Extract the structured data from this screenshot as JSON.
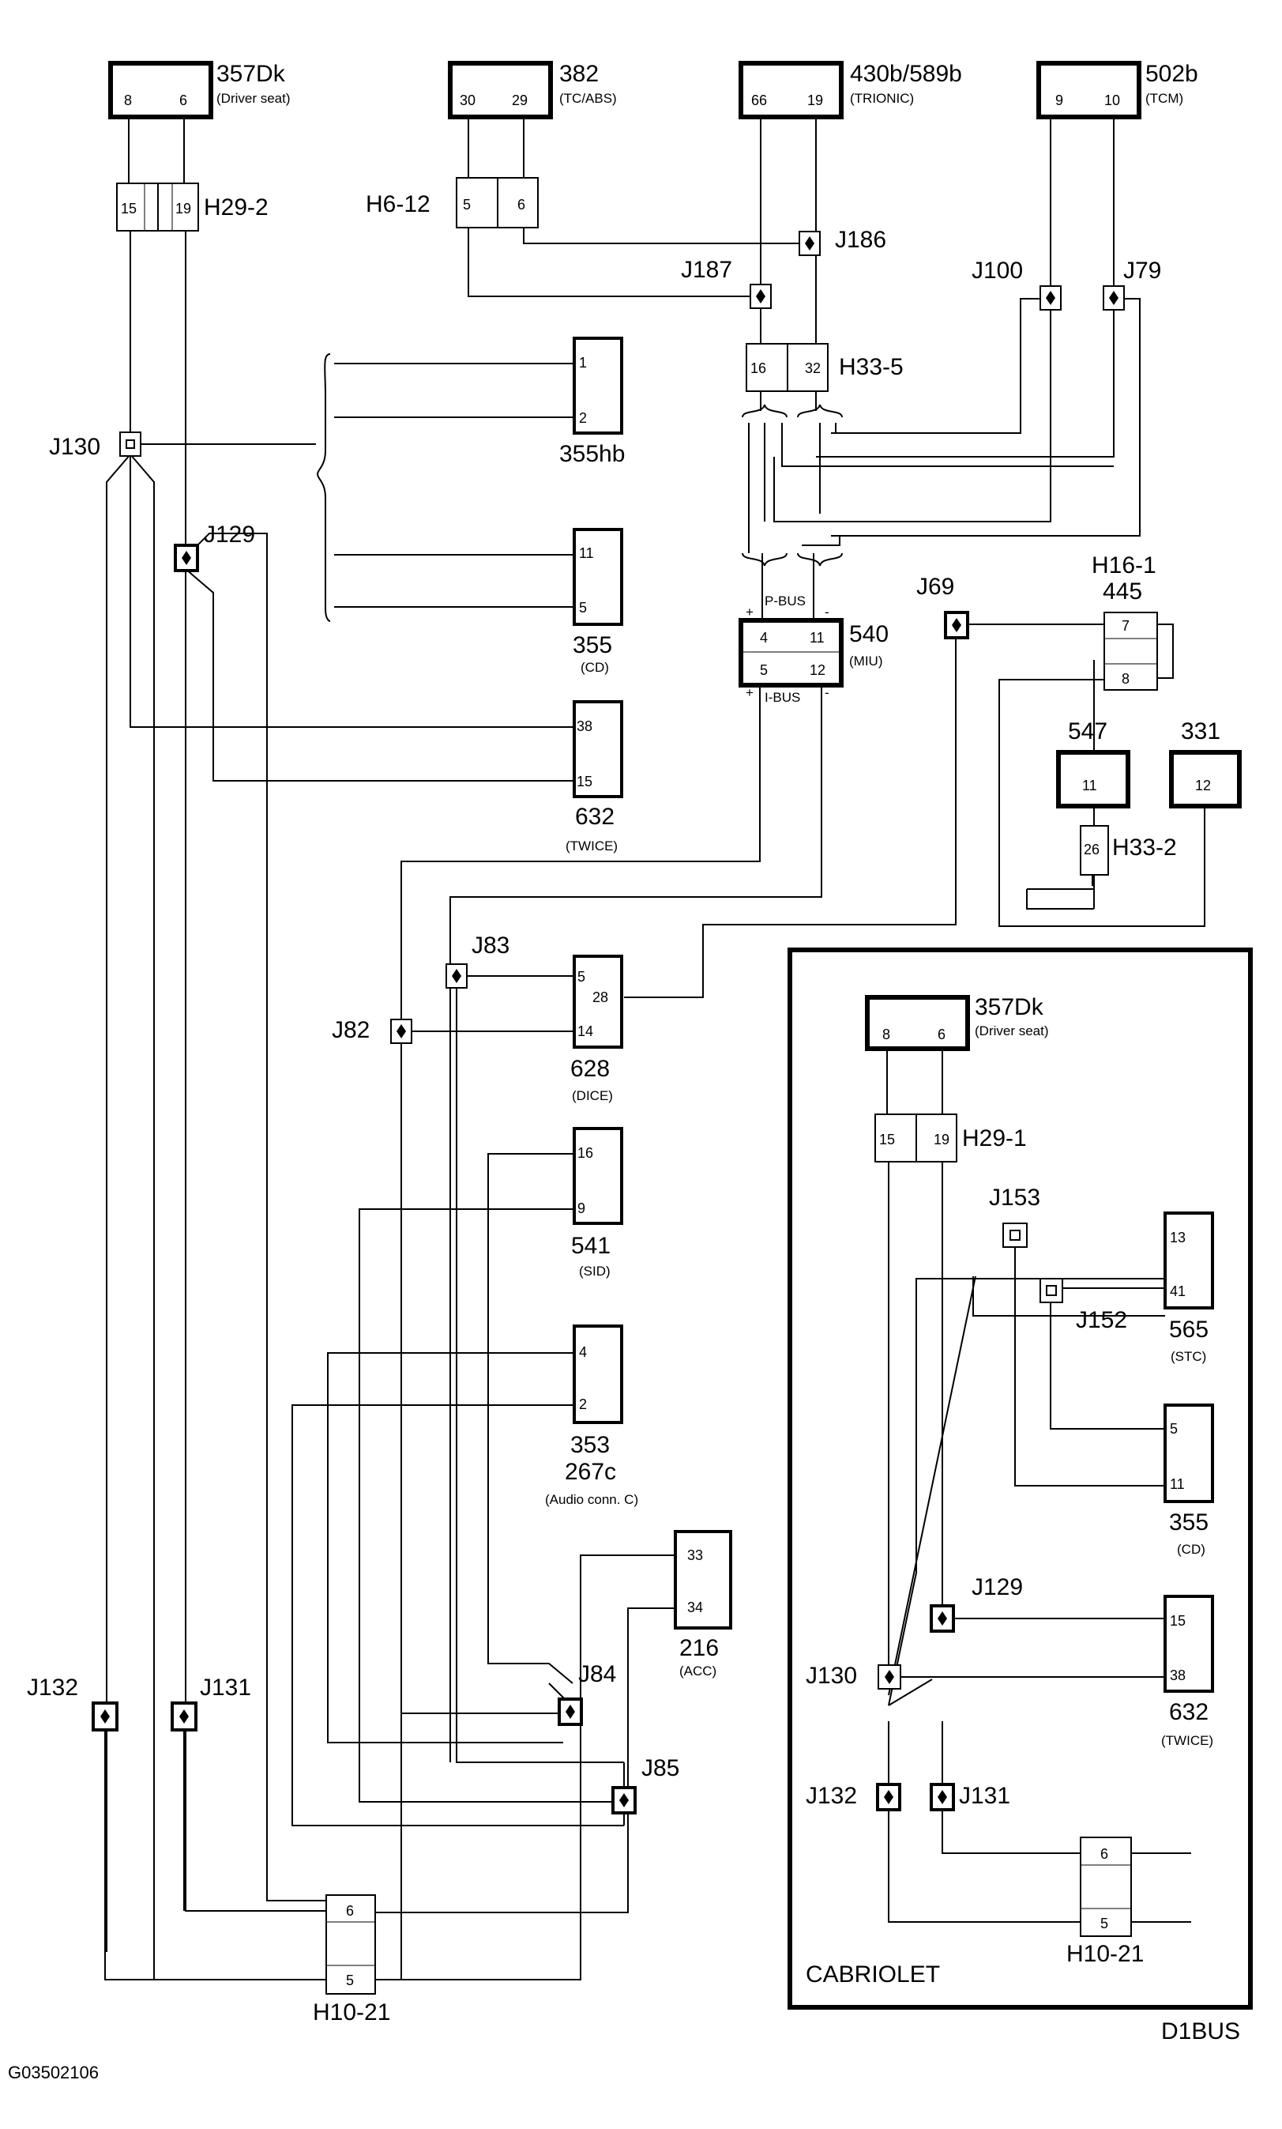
{
  "components": {
    "c357dk_top": {
      "num": "357Dk",
      "desc": "(Driver seat)",
      "pins": [
        "8",
        "6"
      ]
    },
    "c382": {
      "num": "382",
      "desc": "(TC/ABS)",
      "pins": [
        "30",
        "29"
      ]
    },
    "c430": {
      "num": "430b/589b",
      "desc": "(TRIONIC)",
      "pins": [
        "66",
        "19"
      ]
    },
    "c502b": {
      "num": "502b",
      "desc": "(TCM)",
      "pins": [
        "9",
        "10"
      ]
    },
    "c355hb": {
      "num": "355hb",
      "pins": [
        "1",
        "2"
      ]
    },
    "c355": {
      "num": "355",
      "desc": "(CD)",
      "pins": [
        "11",
        "5"
      ]
    },
    "c632": {
      "num": "632",
      "desc": "(TWICE)",
      "pins": [
        "38",
        "15"
      ]
    },
    "c540": {
      "num": "540",
      "desc": "(MIU)",
      "pins": [
        "4",
        "11",
        "5",
        "12"
      ],
      "pbus": "P-BUS",
      "ibus": "I-BUS",
      "plus": "+",
      "minus": "-"
    },
    "c445": {
      "hconn": "H16-1",
      "num": "445",
      "pins": [
        "7",
        "8"
      ]
    },
    "c547": {
      "num": "547",
      "pins": [
        "11"
      ]
    },
    "c331": {
      "num": "331",
      "pins": [
        "12"
      ]
    },
    "c628": {
      "num": "628",
      "desc": "(DICE)",
      "pins": [
        "5",
        "14",
        "28"
      ]
    },
    "c541": {
      "num": "541",
      "desc": "(SID)",
      "pins": [
        "16",
        "9"
      ]
    },
    "c353": {
      "num": "353",
      "num2": "267c",
      "desc": "(Audio conn. C)",
      "pins": [
        "4",
        "2"
      ]
    },
    "c216": {
      "num": "216",
      "desc": "(ACC)",
      "pins": [
        "33",
        "34"
      ]
    },
    "cab357": {
      "num": "357Dk",
      "desc": "(Driver seat)",
      "pins": [
        "8",
        "6"
      ]
    },
    "c565": {
      "num": "565",
      "desc": "(STC)",
      "pins": [
        "13",
        "41"
      ]
    },
    "cab355": {
      "num": "355",
      "desc": "(CD)",
      "pins": [
        "5",
        "11"
      ]
    },
    "cab632": {
      "num": "632",
      "desc": "(TWICE)",
      "pins": [
        "15",
        "38"
      ]
    }
  },
  "connectors": {
    "h29_2": {
      "label": "H29-2",
      "pins": [
        "15",
        "19"
      ]
    },
    "h6_12": {
      "label": "H6-12",
      "pins": [
        "5",
        "6"
      ]
    },
    "h33_5": {
      "label": "H33-5",
      "pins": [
        "16",
        "32"
      ]
    },
    "h33_2": {
      "label": "H33-2",
      "pins": [
        "26"
      ]
    },
    "h10_21": {
      "label": "H10-21",
      "pins": [
        "6",
        "5"
      ]
    },
    "h29_1": {
      "label": "H29-1",
      "pins": [
        "15",
        "19"
      ]
    },
    "cab_h10_21": {
      "label": "H10-21",
      "pins": [
        "6",
        "5"
      ]
    }
  },
  "junctions": {
    "j186": "J186",
    "j187": "J187",
    "j100": "J100",
    "j79": "J79",
    "j130": "J130",
    "j129": "J129",
    "j69": "J69",
    "j83": "J83",
    "j82": "J82",
    "j84": "J84",
    "j85": "J85",
    "j132": "J132",
    "j131": "J131",
    "cab_j153": "J153",
    "cab_j152": "J152",
    "cab_j129": "J129",
    "cab_j130": "J130",
    "cab_j132": "J132",
    "cab_j131": "J131"
  },
  "cabriolet_label": "CABRIOLET",
  "diagram_code": "D1BUS",
  "figure_id": "G03502106"
}
